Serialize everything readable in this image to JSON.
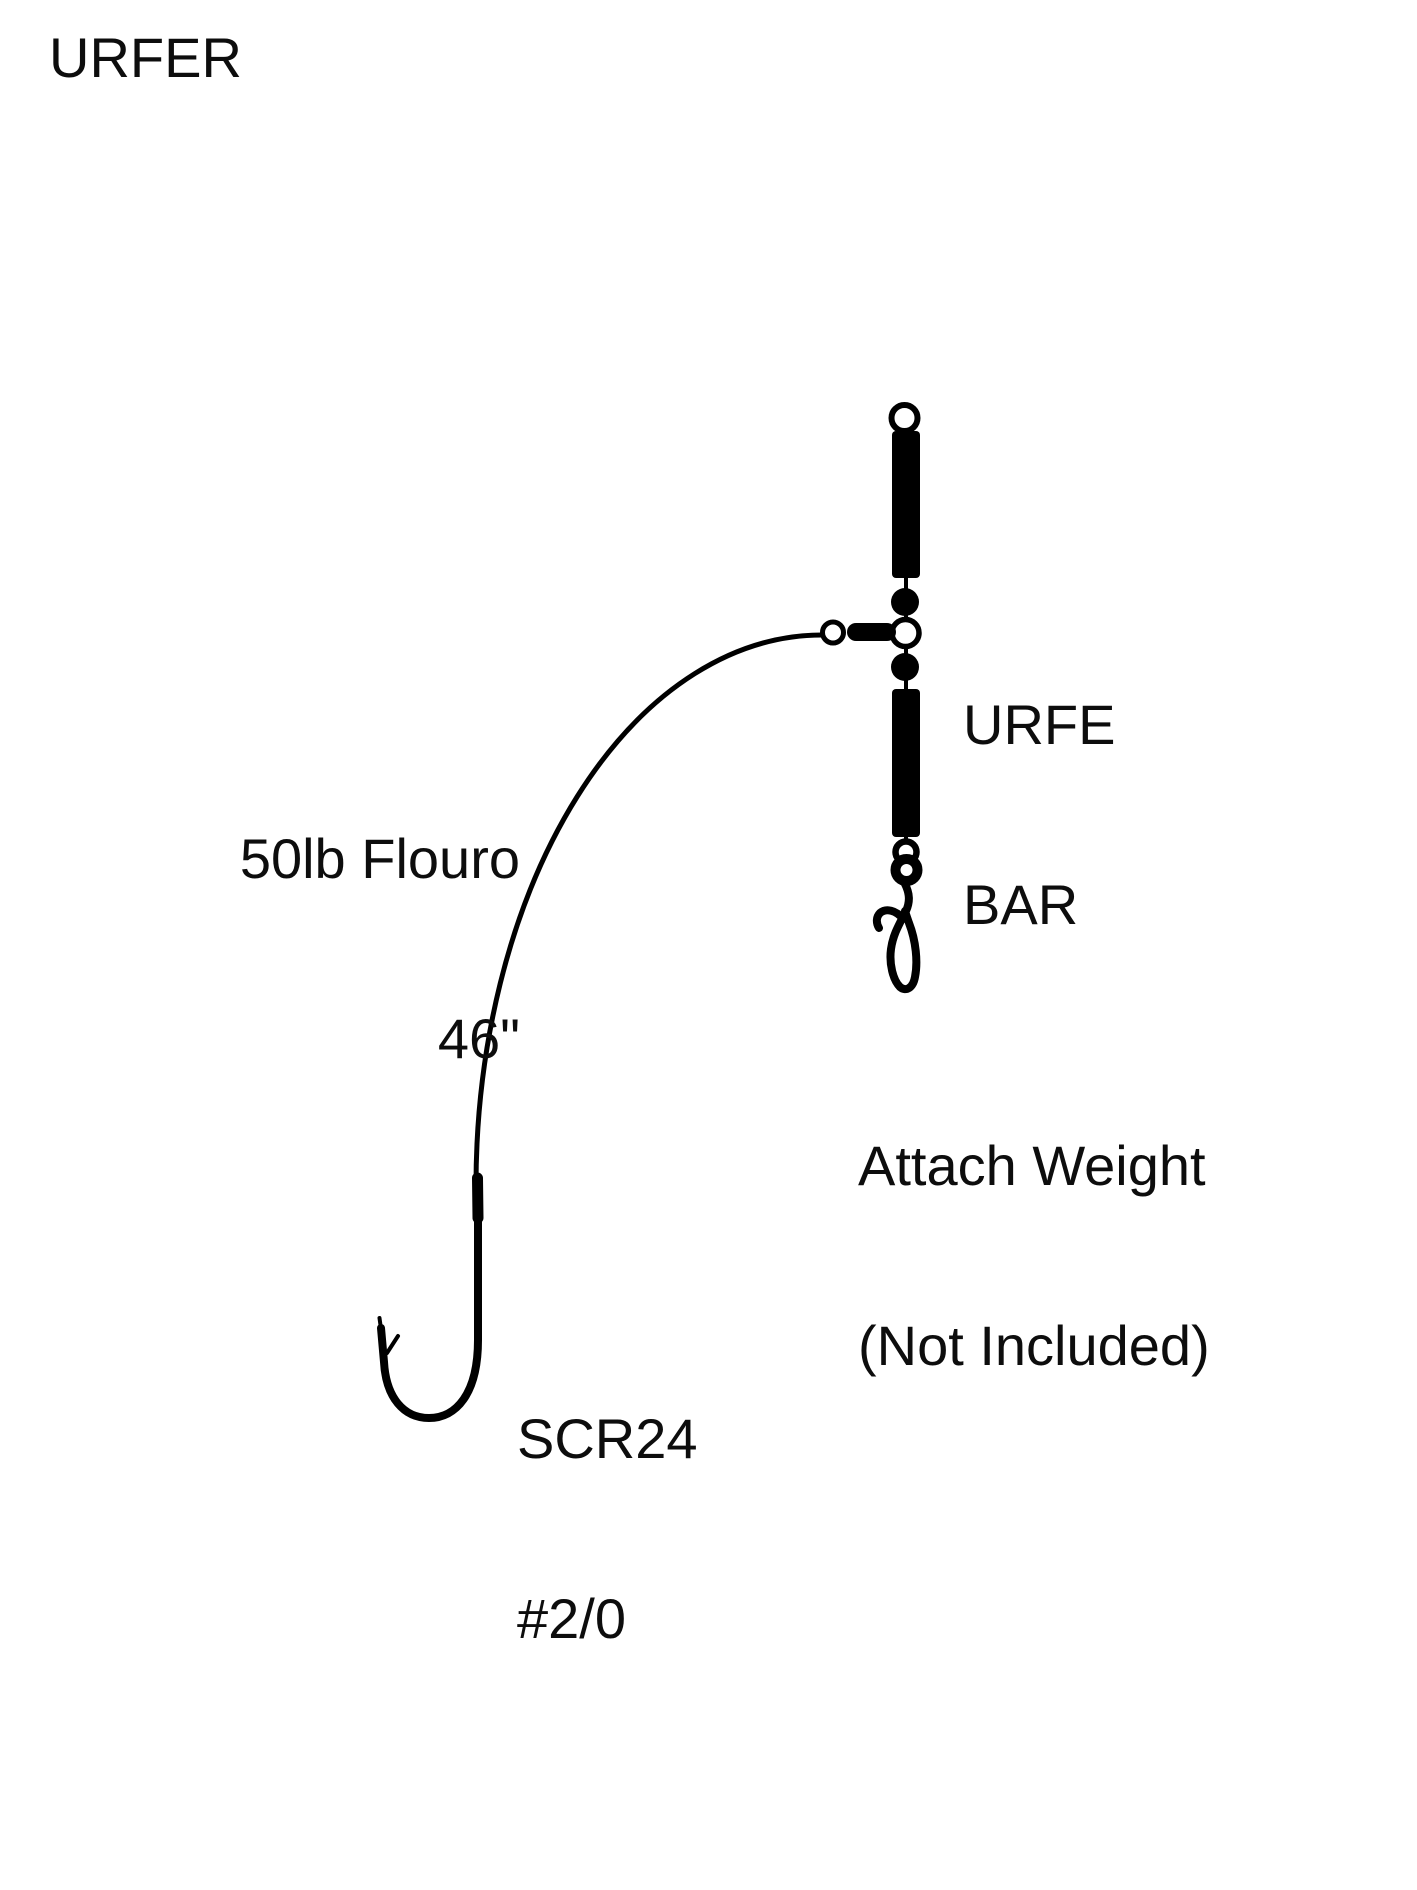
{
  "page": {
    "background": "#ffffff",
    "ink_color": "#000000",
    "text_color": "#0d0d0d"
  },
  "labels": {
    "rig_title": "URFER",
    "bar_label_line1": "URFE",
    "bar_label_line2": "BAR",
    "leader_label_line1": "50lb Flouro",
    "leader_label_line2": "46\"",
    "weight_label_line1": "Attach Weight",
    "weight_label_line2": "(Not Included)",
    "hook_label_line1": "SCR24",
    "hook_label_line2": "#2/0"
  },
  "diagram": {
    "components": [
      "line-tie-ring",
      "urfe-bar-upper-segment",
      "bead",
      "three-way-swivel",
      "bead",
      "urfe-bar-lower-segment",
      "leader-arm-ring",
      "leader-line",
      "hook",
      "bottom-swivel-rings",
      "weight-snap-clip"
    ]
  }
}
